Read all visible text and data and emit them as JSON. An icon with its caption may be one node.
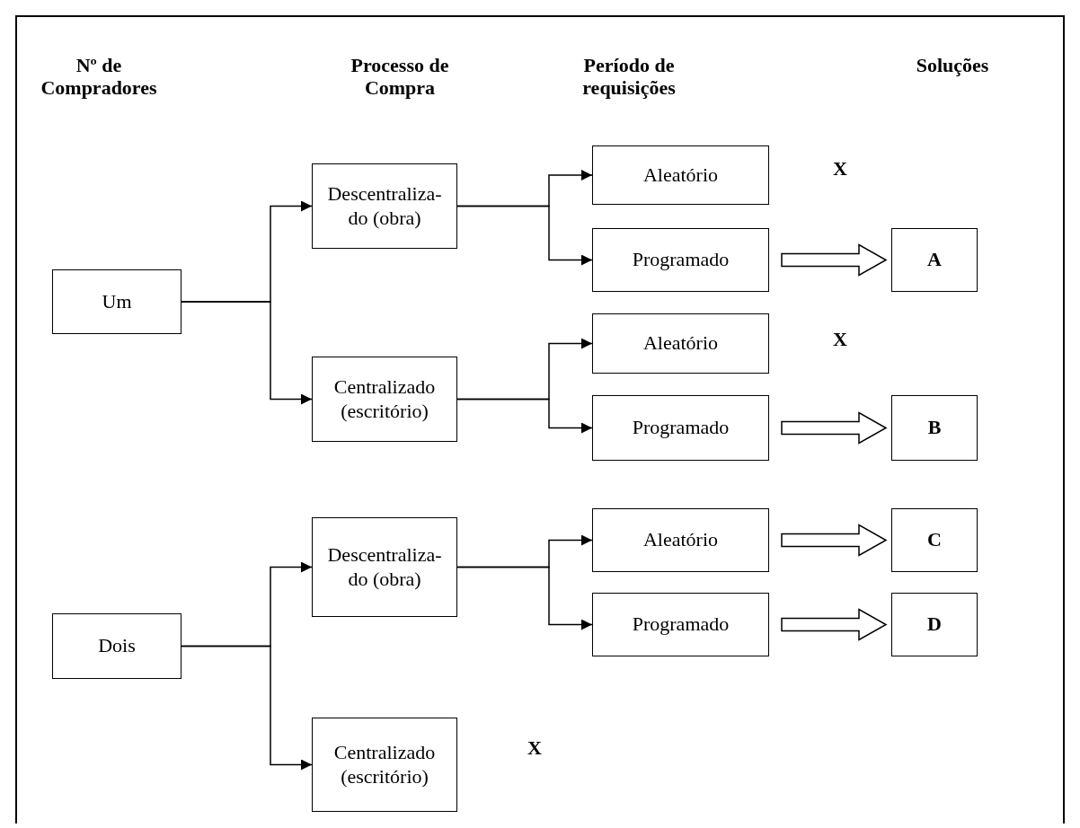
{
  "diagram": {
    "nodes": [
      {
        "text": [
          "Um"
        ]
      },
      {
        "text": [
          "Descentraliza- do (obra)"
        ]
      },
      {
        "text": [
          "Centralizado (escritório)"
        ]
      },
      {
        "text": [
          "Aleatório"
        ]
      },
      {
        "text": [
          "Programado"
        ]
      },
      {
        "text": [
          "Aleatório"
        ]
      },
      {
        "text": [
          "Programado"
        ]
      },
      {
        "text": [
          "Dois"
        ]
      },
      {
        "text": [
          "Descentraliza- do (obra)"
        ]
      },
      {
        "text": [
          "Centralizado (escritório)"
        ]
      },
      {
        "text": [
          "Aleatório"
        ]
      },
      {
        "text": [
          "Programado"
        ]
      },
      {
        "text": [
          "A"
        ]
      },
      {
        "text": [
          "B"
        ]
      },
      {
        "text": [
          "C"
        ]
      },
      {
        "text": [
          "D"
        ]
      }
    ],
    "edges": [
      {
        "from": 0,
        "to": 1,
        "arrow": "to"
      },
      {
        "from": 0,
        "to": 2,
        "arrow": "to"
      },
      {
        "from": 1,
        "to": 3,
        "arrow": "to"
      },
      {
        "from": 1,
        "to": 4,
        "arrow": "to"
      },
      {
        "from": 2,
        "to": 5,
        "arrow": "to"
      },
      {
        "from": 2,
        "to": 6,
        "arrow": "to"
      },
      {
        "from": 7,
        "to": 8,
        "arrow": "to"
      },
      {
        "from": 7,
        "to": 9,
        "arrow": "to"
      },
      {
        "from": 8,
        "to": 10,
        "arrow": "to"
      },
      {
        "from": 8,
        "to": 11,
        "arrow": "to"
      },
      {
        "from": 4,
        "to": 12,
        "arrow": "to",
        "style": "thick"
      },
      {
        "from": 6,
        "to": 13,
        "arrow": "to",
        "style": "thick"
      },
      {
        "from": 10,
        "to": 14,
        "arrow": "to",
        "style": "thick"
      },
      {
        "from": 11,
        "to": 15,
        "arrow": "to",
        "style": "thick"
      }
    ],
    "labels": [
      "Nº de Compradores",
      "Processo de Compra",
      "Período de requisições",
      "Soluções",
      "X",
      "X",
      "X"
    ]
  }
}
